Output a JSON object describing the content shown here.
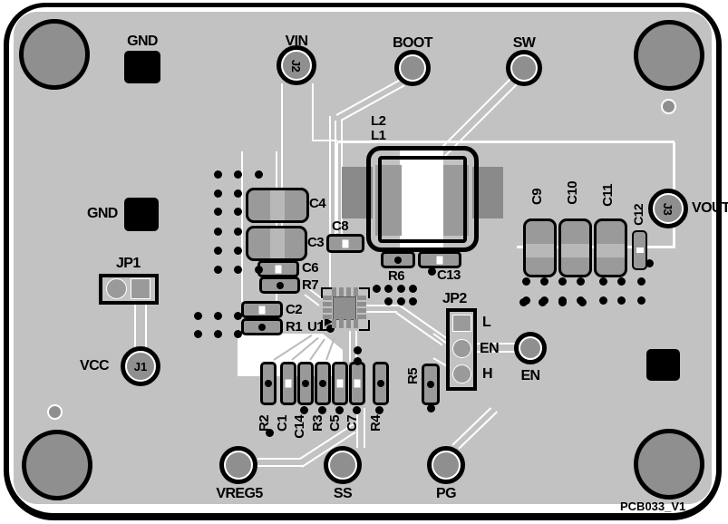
{
  "board": {
    "revision": "PCB033_V1",
    "colors": {
      "board_gray": "#c2c2c2",
      "pad_gray": "#8f8f8f",
      "silkscreen": "#000000",
      "trace_white": "#ffffff"
    }
  },
  "pads": {
    "gnd_top": "GND",
    "vin": "VIN",
    "vin_ref": "J2",
    "boot": "BOOT",
    "sw": "SW",
    "gnd_left": "GND",
    "vcc": "VCC",
    "vcc_ref": "J1",
    "vout": "VOUT",
    "vout_ref": "J3",
    "en": "EN",
    "vreg5": "VREG5",
    "ss": "SS",
    "pg": "PG"
  },
  "jumpers": {
    "jp1": "JP1",
    "jp2": "JP2",
    "jp2_l": "L",
    "jp2_en": "EN",
    "jp2_h": "H"
  },
  "components": {
    "l2": "L2",
    "l1": "L1",
    "u1": "U1",
    "c4": "C4",
    "c3": "C3",
    "c8": "C8",
    "c6": "C6",
    "r7": "R7",
    "c2": "C2",
    "r1": "R1",
    "r6": "R6",
    "c13": "C13",
    "c9": "C9",
    "c10": "C10",
    "c11": "C11",
    "c12": "C12",
    "r2": "R2",
    "c1": "C1",
    "c14": "C14",
    "r3": "R3",
    "c5": "C5",
    "c7": "C7",
    "r4": "R4",
    "r5": "R5"
  }
}
